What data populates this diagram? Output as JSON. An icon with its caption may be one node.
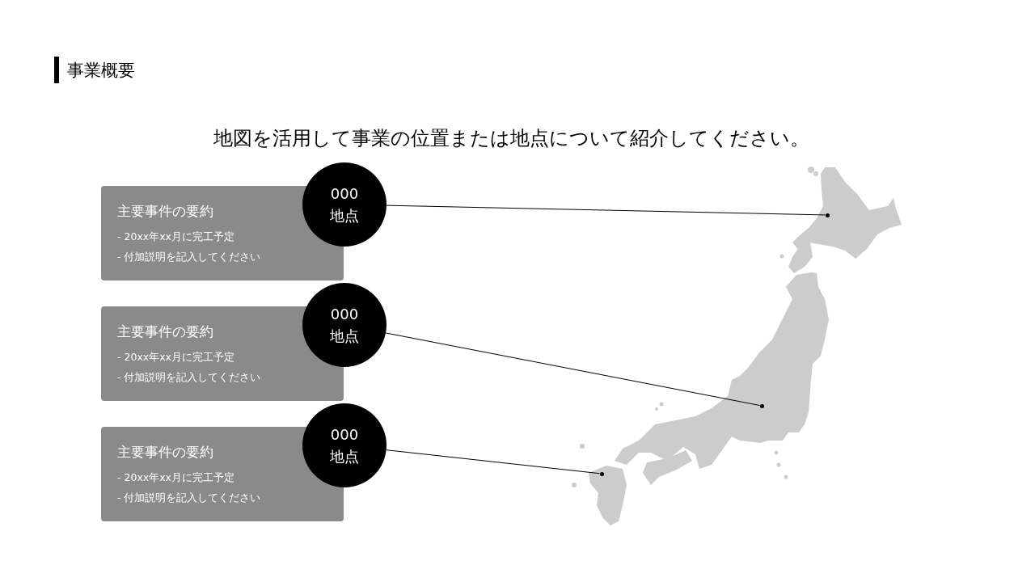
{
  "diagram": {
    "title": "事業概要",
    "nodes": [
      {
        "text": [
          "主要事件の要約",
          "- 20xx年xx月に完工予定",
          "- 付加説明を記入してください"
        ]
      },
      {
        "text": [
          "000",
          "地点"
        ]
      },
      {
        "text": [
          "主要事件の要約",
          "- 20xx年xx月に完工予定",
          "- 付加説明を記入してください"
        ]
      },
      {
        "text": [
          "000",
          "地点"
        ]
      },
      {
        "text": [
          "主要事件の要約",
          "- 20xx年xx月に完工予定",
          "- 付加説明を記入してください"
        ]
      },
      {
        "text": [
          "000",
          "地点"
        ]
      },
      {
        "text": [],
        "shape": "circle"
      },
      {
        "text": [],
        "shape": "circle"
      },
      {
        "text": [],
        "shape": "circle"
      }
    ],
    "edges": [
      {
        "from": 1,
        "to": 6,
        "arrow": "none"
      },
      {
        "from": 3,
        "to": 7,
        "arrow": "none"
      },
      {
        "from": 5,
        "to": 8,
        "arrow": "none"
      }
    ],
    "labels": [
      "地図を活用して事業の位置または地点について紹介してください。"
    ]
  }
}
